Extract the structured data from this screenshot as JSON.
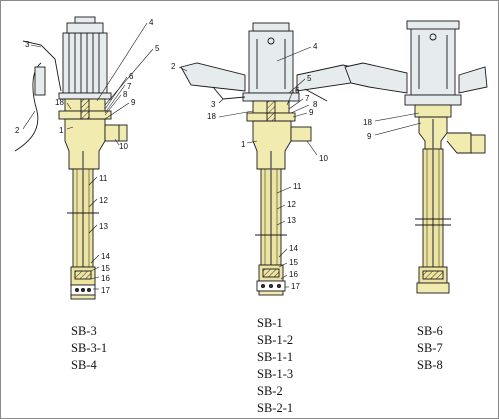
{
  "pumps": [
    {
      "id": "left",
      "callouts": [
        "3",
        "2",
        "4",
        "5",
        "6",
        "7",
        "8",
        "9",
        "18",
        "1",
        "10",
        "11",
        "12",
        "13",
        "14",
        "15",
        "16",
        "17"
      ],
      "models": [
        "SB-3",
        "SB-3-1",
        "SB-4"
      ]
    },
    {
      "id": "middle",
      "callouts": [
        "2",
        "3",
        "4",
        "5",
        "6",
        "7",
        "8",
        "9",
        "18",
        "1",
        "10",
        "11",
        "12",
        "13",
        "14",
        "15",
        "16",
        "17"
      ],
      "models": [
        "SB-1",
        "SB-1-2",
        "SB-1-1",
        "SB-1-3",
        "SB-2",
        "SB-2-1"
      ]
    },
    {
      "id": "right",
      "callouts": [
        "18",
        "9"
      ],
      "models": [
        "SB-6",
        "SB-7",
        "SB-8"
      ]
    }
  ],
  "colors": {
    "line": "#1a1a1a",
    "motor_fill": "#e6ebee",
    "body_fill": "#f2ebb0",
    "pipe_fill": "#ece4a0",
    "shaft": "#5a5a5a"
  }
}
